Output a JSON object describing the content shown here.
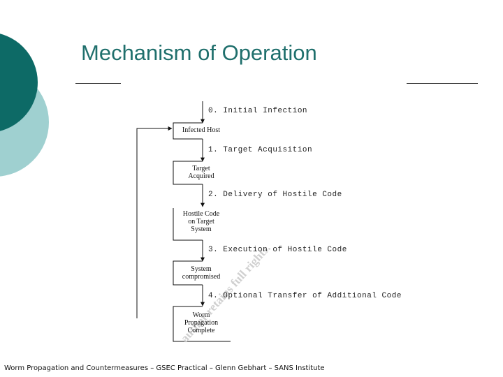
{
  "slide": {
    "title": "Mechanism of Operation",
    "footer": "Worm Propagation and Countermeasures – GSEC Practical – Glenn Gebhart – SANS Institute"
  },
  "diagram": {
    "steps": [
      "0. Initial Infection",
      "1. Target Acquisition",
      "2. Delivery of Hostile Code",
      "3. Execution of Hostile Code",
      "4. Optional Transfer of Additional Code"
    ],
    "boxes": [
      [
        "Infected Host"
      ],
      [
        "Target",
        "Acquired"
      ],
      [
        "Hostile Code",
        "on Target",
        "System"
      ],
      [
        "System",
        "compromised"
      ],
      [
        "Worm",
        "Propagation",
        "Complete"
      ]
    ],
    "watermark": "author retains full rights."
  },
  "theme": {
    "accent_dark": "#0d6a66",
    "accent_light": "#9fd0d0",
    "title_color": "#1f6f6c"
  }
}
